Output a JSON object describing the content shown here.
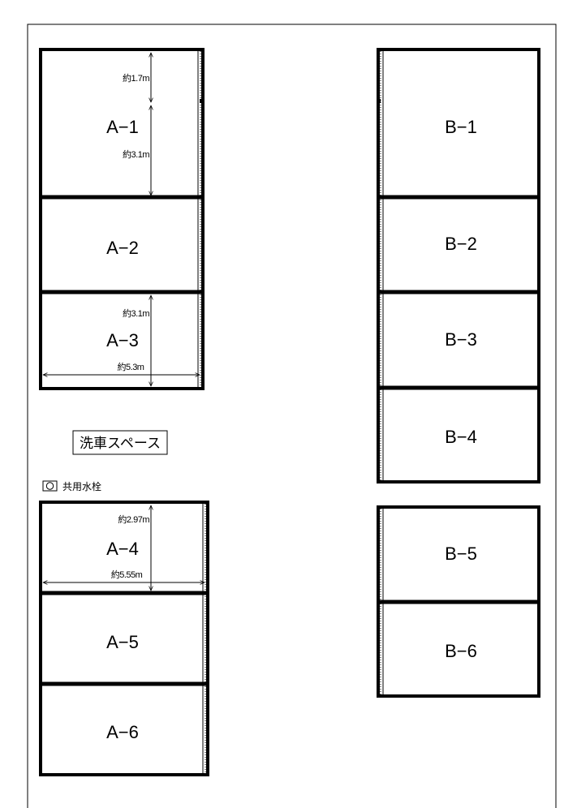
{
  "bays": {
    "a1": "A−1",
    "a2": "A−2",
    "a3": "A−3",
    "a4": "A−4",
    "a5": "A−5",
    "a6": "A−6",
    "b1": "B−1",
    "b2": "B−2",
    "b3": "B−3",
    "b4": "B−4",
    "b5": "B−5",
    "b6": "B−6"
  },
  "dimensions": {
    "a1_top": "約1.7m",
    "a1_depth": "約3.1m",
    "a3_depth": "約3.1m",
    "a3_width": "約5.3m",
    "a4_depth": "約2.97m",
    "a4_width": "約5.55m"
  },
  "wash_space": {
    "label": "洗車スペース"
  },
  "water_tap": {
    "label": "共用水栓"
  }
}
